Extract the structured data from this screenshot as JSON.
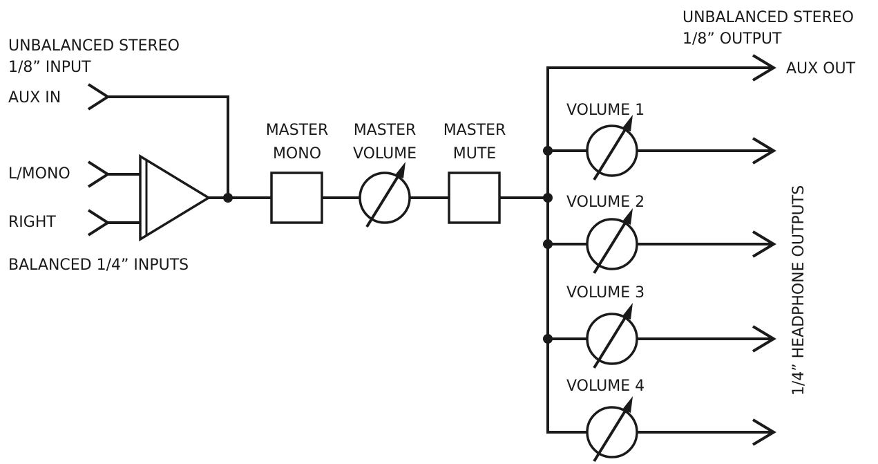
{
  "labels": {
    "input_unbal_line1": "UNBALANCED STEREO",
    "input_unbal_line2": "1/8” INPUT",
    "aux_in": "AUX IN",
    "l_mono": "L/MONO",
    "right": "RIGHT",
    "balanced_inputs": "BALANCED 1/4” INPUTS",
    "master_mono_1": "MASTER",
    "master_mono_2": "MONO",
    "master_volume_1": "MASTER",
    "master_volume_2": "VOLUME",
    "master_mute_1": "MASTER",
    "master_mute_2": "MUTE",
    "output_unbal_line1": "UNBALANCED STEREO",
    "output_unbal_line2": "1/8” OUTPUT",
    "aux_out": "AUX OUT",
    "volume_1": "VOLUME 1",
    "volume_2": "VOLUME 2",
    "volume_3": "VOLUME 3",
    "volume_4": "VOLUME 4",
    "headphone_outputs": "1/4” HEADPHONE OUTPUTS"
  },
  "colors": {
    "ink": "#1a1a1a",
    "background": "#ffffff"
  },
  "icons": {
    "input_jack": "input-jack-icon",
    "amplifier": "amplifier-triangle-icon",
    "potentiometer": "potentiometer-icon",
    "output_arrow": "output-arrow-icon",
    "junction": "junction-dot-icon"
  }
}
